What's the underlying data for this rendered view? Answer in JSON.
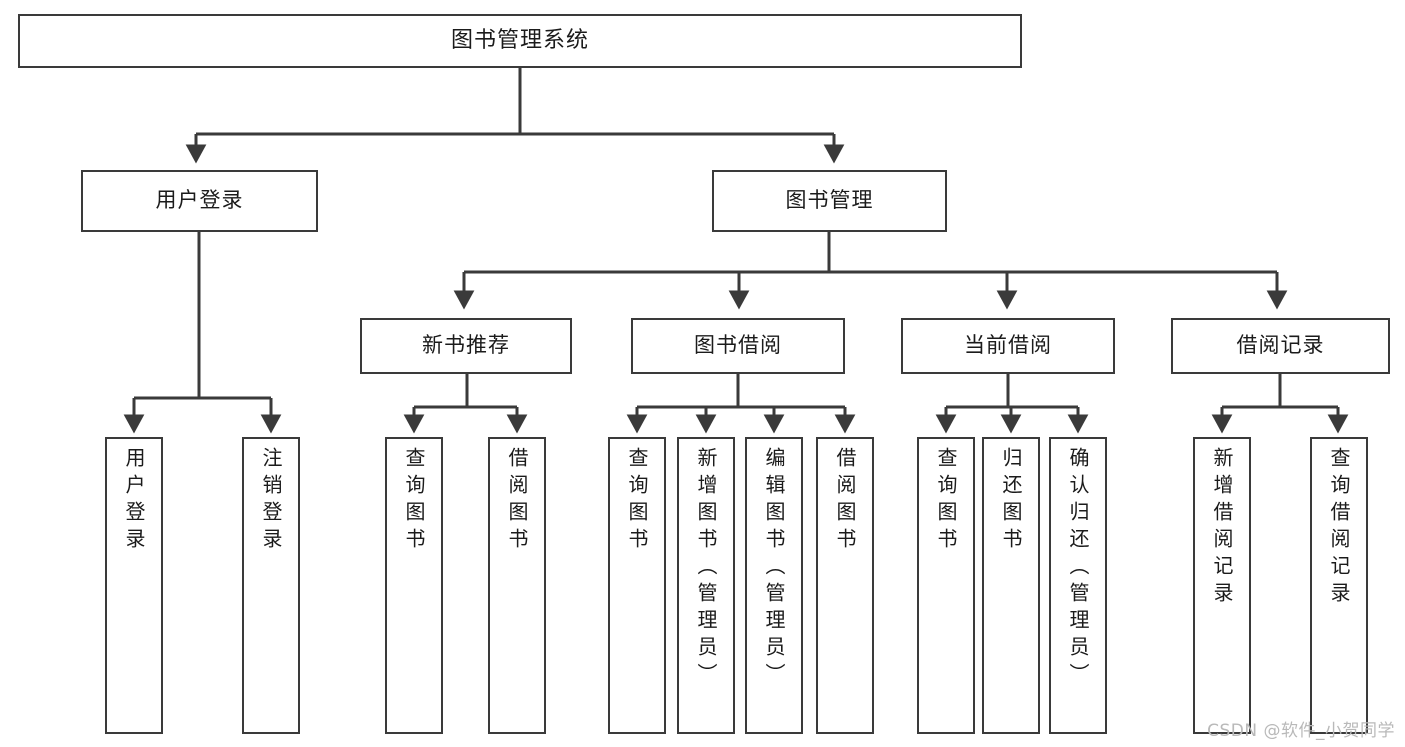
{
  "diagram": {
    "type": "tree",
    "title": "图书管理系统",
    "orientation": "top-down",
    "colors": {
      "box_border": "#3a3a3a",
      "box_fill": "#ffffff",
      "connector": "#3a3a3a",
      "text": "#1b1b1b",
      "watermark": "#b9b9b9",
      "background": "#ffffff"
    },
    "root": {
      "label": "图书管理系统"
    },
    "level2": [
      {
        "label": "用户登录"
      },
      {
        "label": "图书管理"
      }
    ],
    "level3": [
      {
        "label": "新书推荐"
      },
      {
        "label": "图书借阅"
      },
      {
        "label": "当前借阅"
      },
      {
        "label": "借阅记录"
      }
    ],
    "leaves": {
      "user_login": [
        {
          "label": "用户登录"
        },
        {
          "label": "注销登录"
        }
      ],
      "new_book_recommend": [
        {
          "label": "查询图书"
        },
        {
          "label": "借阅图书"
        }
      ],
      "book_borrow": [
        {
          "label": "查询图书"
        },
        {
          "label": "新增图书（管理员）"
        },
        {
          "label": "编辑图书（管理员）"
        },
        {
          "label": "借阅图书"
        }
      ],
      "current_borrow": [
        {
          "label": "查询图书"
        },
        {
          "label": "归还图书"
        },
        {
          "label": "确认归还（管理员）"
        }
      ],
      "borrow_record": [
        {
          "label": "新增借阅记录"
        },
        {
          "label": "查询借阅记录"
        }
      ]
    }
  },
  "watermark": {
    "text": "CSDN @软件_小贺同学"
  }
}
